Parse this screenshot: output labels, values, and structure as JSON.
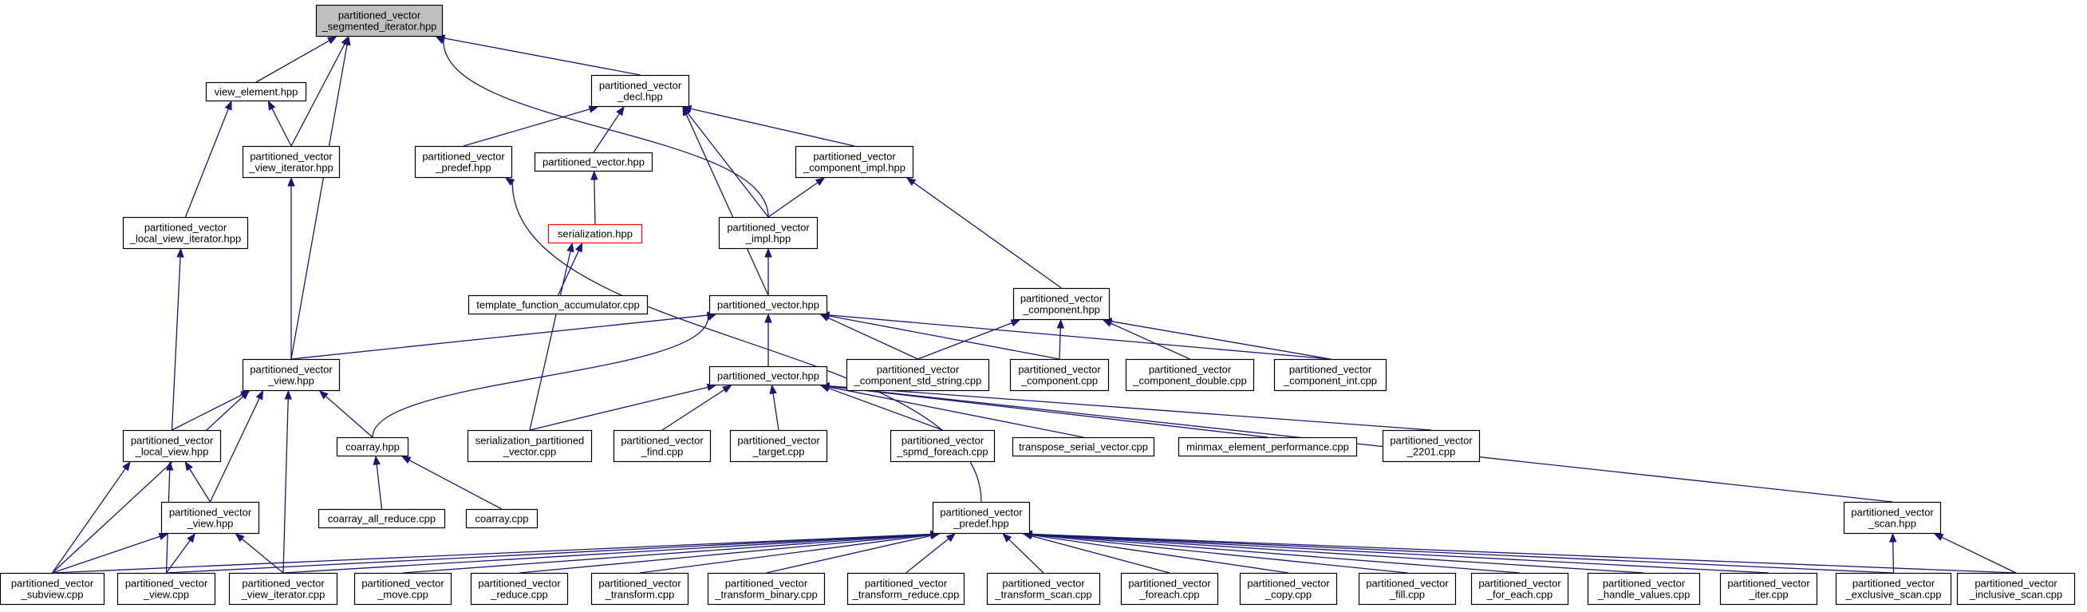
{
  "colors": {
    "edge": "#191970",
    "root_fill": "#bfbfbf",
    "highlight_border": "#ff0000"
  },
  "nodes": [
    {
      "id": "root",
      "lines": [
        "partitioned_vector",
        "_segmented_iterator.hpp"
      ],
      "style": "root"
    },
    {
      "id": "view_element",
      "lines": [
        "view_element.hpp"
      ]
    },
    {
      "id": "pv_decl",
      "lines": [
        "partitioned_vector",
        "_decl.hpp"
      ]
    },
    {
      "id": "pv_view_iterator",
      "lines": [
        "partitioned_vector",
        "_view_iterator.hpp"
      ]
    },
    {
      "id": "pv_predef1",
      "lines": [
        "partitioned_vector",
        "_predef.hpp"
      ]
    },
    {
      "id": "pv_hpp1",
      "lines": [
        "partitioned_vector.hpp"
      ]
    },
    {
      "id": "pv_comp_impl",
      "lines": [
        "partitioned_vector",
        "_component_impl.hpp"
      ]
    },
    {
      "id": "pv_local_view_iter",
      "lines": [
        "partitioned_vector",
        "_local_view_iterator.hpp"
      ]
    },
    {
      "id": "serialization",
      "lines": [
        "serialization.hpp"
      ],
      "style": "red"
    },
    {
      "id": "pv_impl",
      "lines": [
        "partitioned_vector",
        "_impl.hpp"
      ]
    },
    {
      "id": "template_acc",
      "lines": [
        "template_function_accumulator.cpp"
      ]
    },
    {
      "id": "pv_hpp2",
      "lines": [
        "partitioned_vector.hpp"
      ]
    },
    {
      "id": "pv_component",
      "lines": [
        "partitioned_vector",
        "_component.hpp"
      ]
    },
    {
      "id": "pv_view",
      "lines": [
        "partitioned_vector",
        "_view.hpp"
      ]
    },
    {
      "id": "pv_comp_std_string",
      "lines": [
        "partitioned_vector",
        "_component_std_string.cpp"
      ]
    },
    {
      "id": "pv_comp_cpp",
      "lines": [
        "partitioned_vector",
        "_component.cpp"
      ]
    },
    {
      "id": "pv_comp_double",
      "lines": [
        "partitioned_vector",
        "_component_double.cpp"
      ]
    },
    {
      "id": "pv_comp_int",
      "lines": [
        "partitioned_vector",
        "_component_int.cpp"
      ]
    },
    {
      "id": "pv_hpp3",
      "lines": [
        "partitioned_vector.hpp"
      ]
    },
    {
      "id": "pv_local_view",
      "lines": [
        "partitioned_vector",
        "_local_view.hpp"
      ]
    },
    {
      "id": "coarray_hpp",
      "lines": [
        "coarray.hpp"
      ]
    },
    {
      "id": "ser_pv",
      "lines": [
        "serialization_partitioned",
        "_vector.cpp"
      ]
    },
    {
      "id": "pv_find",
      "lines": [
        "partitioned_vector",
        "_find.cpp"
      ]
    },
    {
      "id": "pv_target",
      "lines": [
        "partitioned_vector",
        "_target.cpp"
      ]
    },
    {
      "id": "pv_spmd",
      "lines": [
        "partitioned_vector",
        "_spmd_foreach.cpp"
      ]
    },
    {
      "id": "transpose",
      "lines": [
        "transpose_serial_vector.cpp"
      ]
    },
    {
      "id": "minmax",
      "lines": [
        "minmax_element_performance.cpp"
      ]
    },
    {
      "id": "pv_2201",
      "lines": [
        "partitioned_vector",
        "_2201.cpp"
      ]
    },
    {
      "id": "pv_view2",
      "lines": [
        "partitioned_vector",
        "_view.hpp"
      ]
    },
    {
      "id": "coarray_all",
      "lines": [
        "coarray_all_reduce.cpp"
      ]
    },
    {
      "id": "coarray_cpp",
      "lines": [
        "coarray.cpp"
      ]
    },
    {
      "id": "pv_predef2",
      "lines": [
        "partitioned_vector",
        "_predef.hpp"
      ]
    },
    {
      "id": "pv_scan",
      "lines": [
        "partitioned_vector",
        "_scan.hpp"
      ]
    },
    {
      "id": "b_subview",
      "lines": [
        "partitioned_vector",
        "_subview.cpp"
      ]
    },
    {
      "id": "b_view",
      "lines": [
        "partitioned_vector",
        "_view.cpp"
      ]
    },
    {
      "id": "b_view_iter",
      "lines": [
        "partitioned_vector",
        "_view_iterator.cpp"
      ]
    },
    {
      "id": "b_move",
      "lines": [
        "partitioned_vector",
        "_move.cpp"
      ]
    },
    {
      "id": "b_reduce",
      "lines": [
        "partitioned_vector",
        "_reduce.cpp"
      ]
    },
    {
      "id": "b_transform",
      "lines": [
        "partitioned_vector",
        "_transform.cpp"
      ]
    },
    {
      "id": "b_transform_binary",
      "lines": [
        "partitioned_vector",
        "_transform_binary.cpp"
      ]
    },
    {
      "id": "b_transform_reduce",
      "lines": [
        "partitioned_vector",
        "_transform_reduce.cpp"
      ]
    },
    {
      "id": "b_transform_scan",
      "lines": [
        "partitioned_vector",
        "_transform_scan.cpp"
      ]
    },
    {
      "id": "b_foreach",
      "lines": [
        "partitioned_vector",
        "_foreach.cpp"
      ]
    },
    {
      "id": "b_copy",
      "lines": [
        "partitioned_vector",
        "_copy.cpp"
      ]
    },
    {
      "id": "b_fill",
      "lines": [
        "partitioned_vector",
        "_fill.cpp"
      ]
    },
    {
      "id": "b_for_each",
      "lines": [
        "partitioned_vector",
        "_for_each.cpp"
      ]
    },
    {
      "id": "b_handle_values",
      "lines": [
        "partitioned_vector",
        "_handle_values.cpp"
      ]
    },
    {
      "id": "b_iter",
      "lines": [
        "partitioned_vector",
        "_iter.cpp"
      ]
    },
    {
      "id": "b_exclusive_scan",
      "lines": [
        "partitioned_vector",
        "_exclusive_scan.cpp"
      ]
    },
    {
      "id": "b_inclusive_scan",
      "lines": [
        "partitioned_vector",
        "_inclusive_scan.cpp"
      ]
    }
  ],
  "edges": [
    [
      "view_element",
      "root"
    ],
    [
      "pv_view_iterator",
      "root"
    ],
    [
      "pv_view",
      "root"
    ],
    [
      "pv_decl",
      "root"
    ],
    [
      "pv_impl",
      "root"
    ],
    [
      "pv_view_iterator",
      "view_element"
    ],
    [
      "pv_local_view_iter",
      "view_element"
    ],
    [
      "pv_predef1",
      "pv_decl"
    ],
    [
      "pv_hpp1",
      "pv_decl"
    ],
    [
      "pv_comp_impl",
      "pv_decl"
    ],
    [
      "pv_impl",
      "pv_decl"
    ],
    [
      "pv_hpp2",
      "pv_decl"
    ],
    [
      "serialization",
      "pv_hpp1"
    ],
    [
      "template_acc",
      "serialization"
    ],
    [
      "ser_pv",
      "serialization"
    ],
    [
      "pv_impl",
      "pv_comp_impl"
    ],
    [
      "pv_component",
      "pv_comp_impl"
    ],
    [
      "pv_hpp2",
      "pv_impl"
    ],
    [
      "pv_view",
      "pv_view_iterator"
    ],
    [
      "pv_local_view",
      "pv_local_view_iter"
    ],
    [
      "pv_predef2",
      "pv_predef1"
    ],
    [
      "pv_view",
      "pv_hpp2"
    ],
    [
      "pv_hpp3",
      "pv_hpp2"
    ],
    [
      "coarray_hpp",
      "pv_hpp2"
    ],
    [
      "pv_comp_std_string",
      "pv_hpp2"
    ],
    [
      "pv_comp_cpp",
      "pv_hpp2"
    ],
    [
      "pv_comp_int",
      "pv_hpp2"
    ],
    [
      "pv_comp_std_string",
      "pv_component"
    ],
    [
      "pv_comp_cpp",
      "pv_component"
    ],
    [
      "pv_comp_double",
      "pv_component"
    ],
    [
      "pv_comp_int",
      "pv_component"
    ],
    [
      "pv_local_view",
      "pv_view"
    ],
    [
      "pv_view2",
      "pv_view"
    ],
    [
      "coarray_hpp",
      "pv_view"
    ],
    [
      "b_subview",
      "pv_view"
    ],
    [
      "b_view_iter",
      "pv_view"
    ],
    [
      "ser_pv",
      "pv_hpp3"
    ],
    [
      "pv_find",
      "pv_hpp3"
    ],
    [
      "pv_target",
      "pv_hpp3"
    ],
    [
      "pv_spmd",
      "pv_hpp3"
    ],
    [
      "transpose",
      "pv_hpp3"
    ],
    [
      "minmax",
      "pv_hpp3"
    ],
    [
      "pv_2201",
      "pv_hpp3"
    ],
    [
      "pv_scan",
      "pv_hpp3"
    ],
    [
      "b_subview",
      "pv_local_view"
    ],
    [
      "b_view",
      "pv_local_view"
    ],
    [
      "pv_view2",
      "pv_local_view"
    ],
    [
      "coarray_all",
      "coarray_hpp"
    ],
    [
      "coarray_cpp",
      "coarray_hpp"
    ],
    [
      "b_subview",
      "pv_view2"
    ],
    [
      "b_view",
      "pv_view2"
    ],
    [
      "b_view_iter",
      "pv_view2"
    ],
    [
      "b_subview",
      "pv_predef2"
    ],
    [
      "b_view",
      "pv_predef2"
    ],
    [
      "b_view_iter",
      "pv_predef2"
    ],
    [
      "b_move",
      "pv_predef2"
    ],
    [
      "b_reduce",
      "pv_predef2"
    ],
    [
      "b_transform",
      "pv_predef2"
    ],
    [
      "b_transform_binary",
      "pv_predef2"
    ],
    [
      "b_transform_reduce",
      "pv_predef2"
    ],
    [
      "b_transform_scan",
      "pv_predef2"
    ],
    [
      "b_foreach",
      "pv_predef2"
    ],
    [
      "b_copy",
      "pv_predef2"
    ],
    [
      "b_fill",
      "pv_predef2"
    ],
    [
      "b_for_each",
      "pv_predef2"
    ],
    [
      "b_handle_values",
      "pv_predef2"
    ],
    [
      "b_iter",
      "pv_predef2"
    ],
    [
      "b_exclusive_scan",
      "pv_predef2"
    ],
    [
      "b_inclusive_scan",
      "pv_predef2"
    ],
    [
      "b_exclusive_scan",
      "pv_scan"
    ],
    [
      "b_inclusive_scan",
      "pv_scan"
    ]
  ]
}
